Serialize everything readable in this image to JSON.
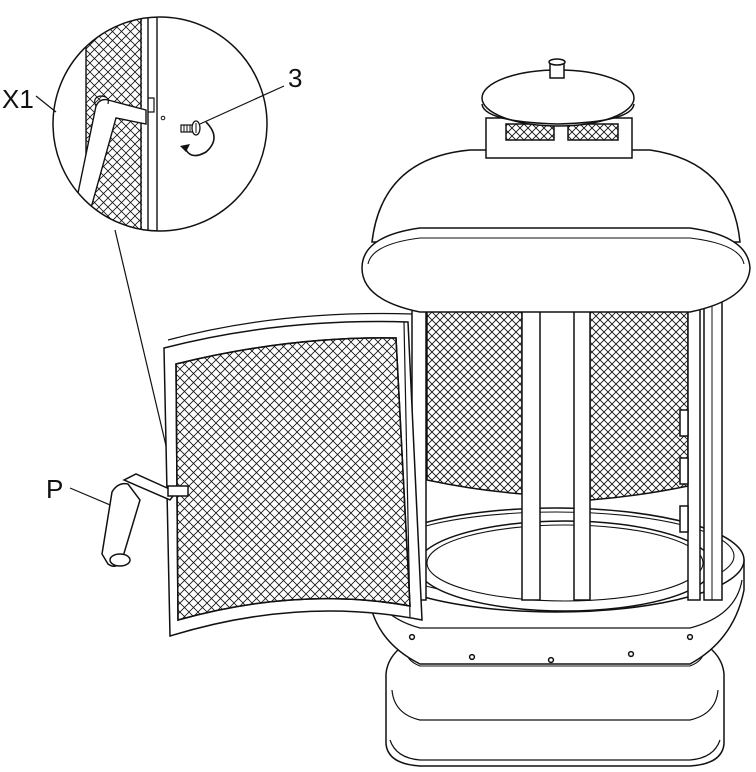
{
  "callouts": {
    "detail_view": "X1",
    "screw": "3",
    "handle": "P"
  },
  "colors": {
    "line": "#111111",
    "background": "#ffffff"
  }
}
